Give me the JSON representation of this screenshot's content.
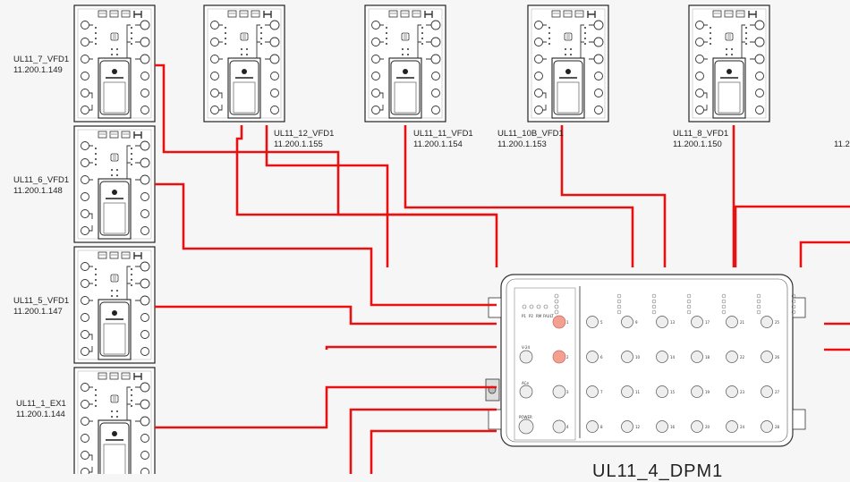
{
  "devices": [
    {
      "id": "ul11_7",
      "name": "UL11_7_VFD1",
      "ip": "11.200.1.149"
    },
    {
      "id": "ul11_6",
      "name": "UL11_6_VFD1",
      "ip": "11.200.1.148"
    },
    {
      "id": "ul11_5",
      "name": "UL11_5_VFD1",
      "ip": "11.200.1.147"
    },
    {
      "id": "ul11_1",
      "name": "UL11_1_EX1",
      "ip": "11.200.1.144"
    },
    {
      "id": "ul11_12",
      "name": "UL11_12_VFD1",
      "ip": "11.200.1.155"
    },
    {
      "id": "ul11_11",
      "name": "UL11_11_VFD1",
      "ip": "11.200.1.154"
    },
    {
      "id": "ul11_10b",
      "name": "UL11_10B_VFD1",
      "ip": "11.200.1.153"
    },
    {
      "id": "ul11_8",
      "name": "UL11_8_VFD1",
      "ip": "11.200.1.150"
    },
    {
      "id": "partial",
      "name": "",
      "ip": "11.2"
    }
  ],
  "dpm": {
    "title": "UL11_4_DPM1",
    "led_labels": [
      "P1",
      "P2",
      "RM",
      "FAULT"
    ],
    "port_labels": [
      "V-24",
      "ACe",
      "POWER"
    ],
    "port_numbers": [
      "1",
      "2",
      "3",
      "4",
      "5",
      "6",
      "7",
      "8",
      "9",
      "10",
      "11",
      "12",
      "13",
      "14",
      "15",
      "16",
      "17",
      "18",
      "19",
      "20",
      "21",
      "22",
      "23",
      "24",
      "25",
      "26",
      "27",
      "28"
    ]
  },
  "colors": {
    "wire": "#e81010",
    "outline": "#222222",
    "background": "#f6f6f6",
    "accent_port": "#f2a090"
  }
}
